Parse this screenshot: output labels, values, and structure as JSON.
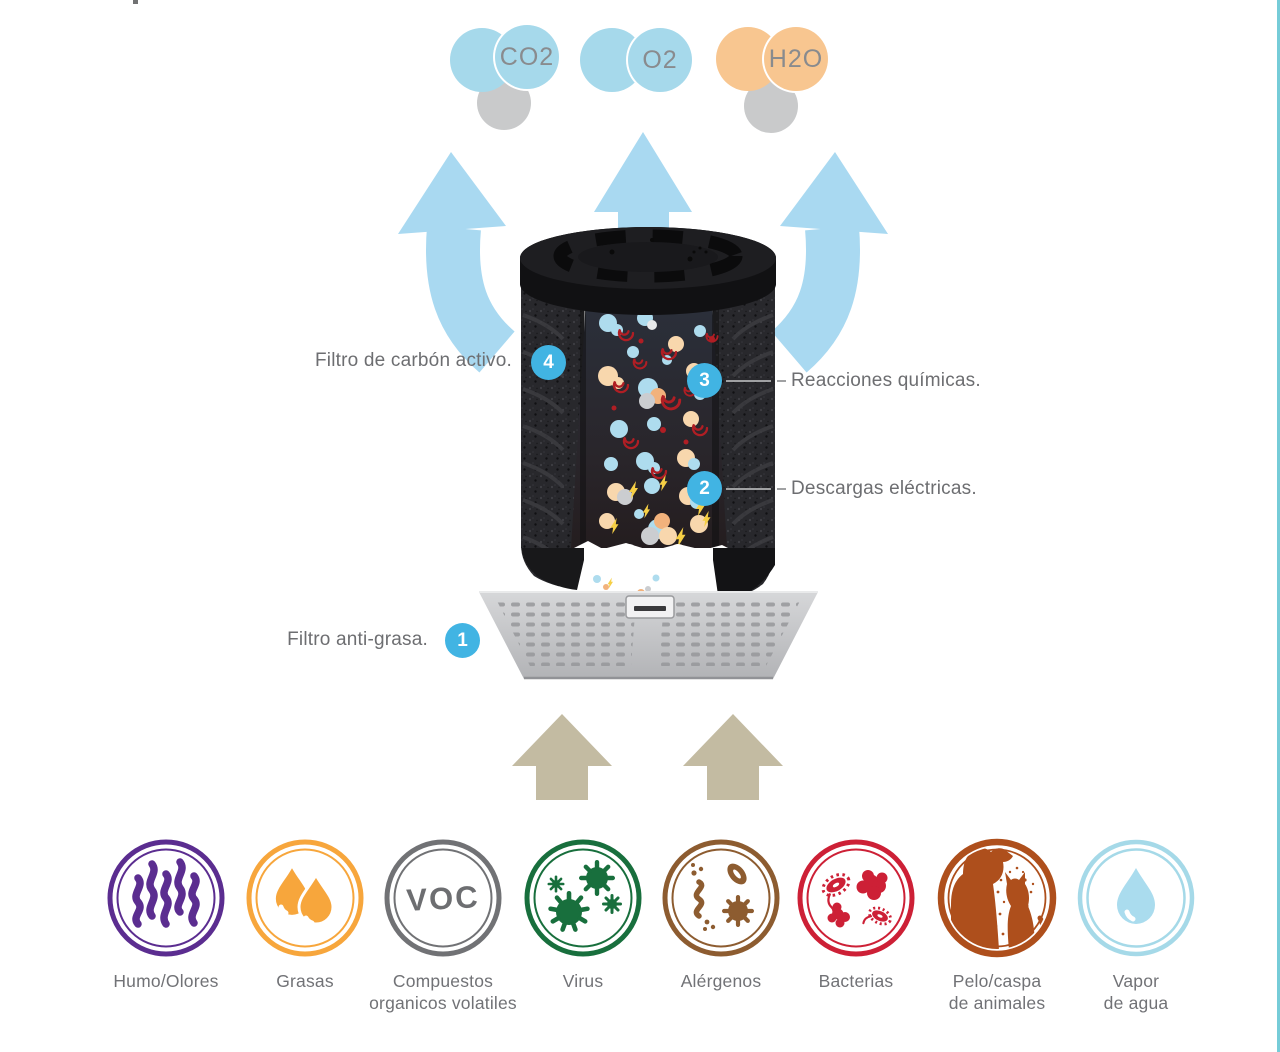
{
  "molecules": [
    {
      "name": "co2-molecule",
      "label": "CO2",
      "bubble_color": "#a6d9eb",
      "tail_color": "#c9cacb"
    },
    {
      "name": "o2-molecule",
      "label": "O2",
      "bubble_color": "#a6d9eb"
    },
    {
      "name": "h2o-molecule",
      "label": "H2O",
      "bubble_color": "#f8c690",
      "tail_color": "#c9cacb"
    }
  ],
  "callouts": {
    "carbon_filter": {
      "number": "4",
      "label": "Filtro de carbón activo."
    },
    "chemical_reactions": {
      "number": "3",
      "label": "Reacciones químicas."
    },
    "electric_discharges": {
      "number": "2",
      "label": "Descargas eléctricas."
    },
    "grease_filter": {
      "number": "1",
      "label": "Filtro anti-grasa."
    }
  },
  "contaminants": [
    {
      "icon": "smoke-odors-icon",
      "label": "Humo/Olores",
      "color": "#5b2d90"
    },
    {
      "icon": "grease-drops-icon",
      "label": "Grasas",
      "color": "#f7a63c"
    },
    {
      "icon": "voc-icon",
      "label": "Compuestos\norganicos volatiles",
      "color": "#717275",
      "glyph": "VOC"
    },
    {
      "icon": "virus-icon",
      "label": "Virus",
      "color": "#186f3d"
    },
    {
      "icon": "allergens-icon",
      "label": "Alérgenos",
      "color": "#8d5c30"
    },
    {
      "icon": "bacteria-icon",
      "label": "Bacterias",
      "color": "#cd2036"
    },
    {
      "icon": "pet-hair-dander-icon",
      "label": "Pelo/caspa\nde animales",
      "color": "#ae4f1c"
    },
    {
      "icon": "water-vapor-icon",
      "label": "Vapor\nde agua",
      "color": "#a5d9e8"
    }
  ],
  "colors": {
    "outflow_arrow": "#a9d9f1",
    "intake_arrow": "#c3bba2",
    "badge": "#41b4e3",
    "label_text": "#6d6e71",
    "page_edge_line": "#76ccd8"
  }
}
